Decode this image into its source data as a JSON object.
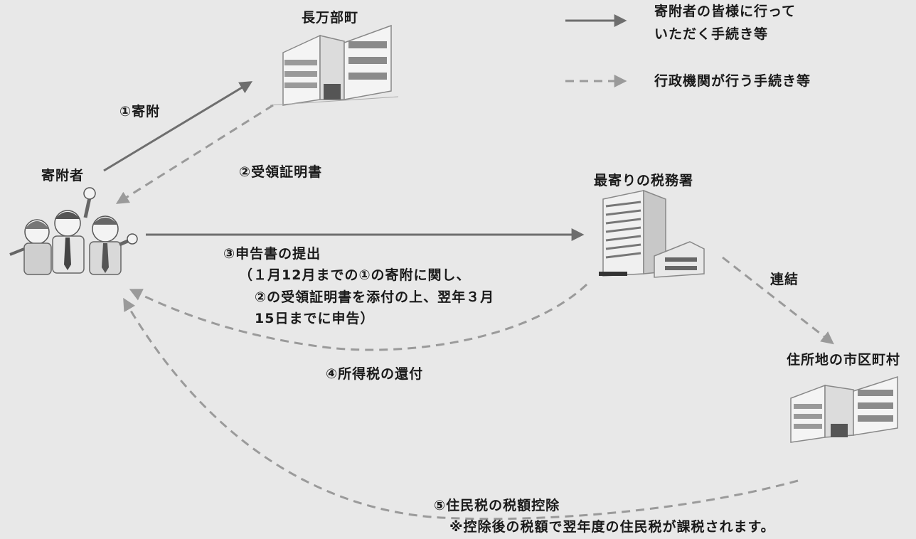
{
  "legend": {
    "solid_line_label_1": "寄附者の皆様に行って",
    "solid_line_label_2": "いただく手続き等",
    "dashed_line_label": "行政機関が行う手続き等"
  },
  "nodes": {
    "town": "長万部町",
    "donor": "寄附者",
    "tax_office": "最寄りの税務署",
    "municipality": "住所地の市区町村"
  },
  "steps": {
    "step1": "①寄附",
    "step2": "②受領証明書",
    "step3": "③申告書の提出",
    "step3_note_1": "（１月12月までの①の寄附に関し、",
    "step3_note_2": "②の受領証明書を添付の上、翌年３月",
    "step3_note_3": "15日までに申告）",
    "link": "連結",
    "step4": "④所得税の還付",
    "step5": "⑤住民税の税額控除",
    "step5_note": "※控除後の税額で翌年度の住民税が課税されます。"
  },
  "colors": {
    "background": "#e8e8e8",
    "solid_arrow": "#6e6e6e",
    "dashed_arrow": "#9a9a9a",
    "text": "#1a1a1a"
  }
}
